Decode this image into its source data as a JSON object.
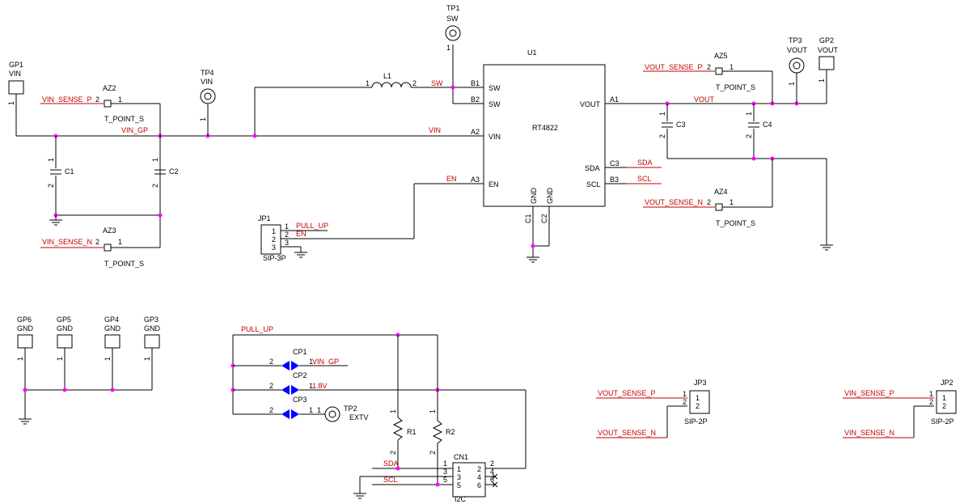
{
  "colors": {
    "wire": "#000000",
    "net_label": "#c00000",
    "junction": "#ff00ff",
    "capacitor_plate": "#0000ff"
  },
  "u1": {
    "ref": "U1",
    "part": "RT4822",
    "pins_left": [
      {
        "num": "B1",
        "name": "SW"
      },
      {
        "num": "B2",
        "name": "SW"
      },
      {
        "num": "A2",
        "name": "VIN"
      },
      {
        "num": "A3",
        "name": "EN"
      }
    ],
    "pins_right": [
      {
        "num": "A1",
        "name": "VOUT"
      },
      {
        "num": "C3",
        "name": "SDA"
      },
      {
        "num": "B3",
        "name": "SCL"
      }
    ],
    "pins_bottom": [
      {
        "num": "C1",
        "name": "GND"
      },
      {
        "num": "C2",
        "name": "GND"
      }
    ]
  },
  "inductor": {
    "ref": "L1",
    "pin1": "1",
    "pin2": "2"
  },
  "test_points": {
    "tp1": {
      "ref": "TP1",
      "net": "SW",
      "pin": "1"
    },
    "tp2": {
      "ref": "TP2",
      "net": "EXTV",
      "pin": "1"
    },
    "tp3": {
      "ref": "TP3",
      "net": "VOUT",
      "pin": "1"
    },
    "tp4": {
      "ref": "TP4",
      "net": "VIN",
      "pin": "1"
    }
  },
  "gpads": {
    "gp1": {
      "ref": "GP1",
      "net": "VIN",
      "pin": "1"
    },
    "gp2": {
      "ref": "GP2",
      "net": "VOUT",
      "pin": "1"
    },
    "gp3": {
      "ref": "GP3",
      "net": "GND",
      "pin": "1"
    },
    "gp4": {
      "ref": "GP4",
      "net": "GND",
      "pin": "1"
    },
    "gp5": {
      "ref": "GP5",
      "net": "GND",
      "pin": "1"
    },
    "gp6": {
      "ref": "GP6",
      "net": "GND",
      "pin": "1"
    }
  },
  "azs": {
    "az2": {
      "ref": "AZ2",
      "type": "T_POINT_S",
      "pin2": "2",
      "pin1": "1",
      "net": "VIN_SENSE_P"
    },
    "az3": {
      "ref": "AZ3",
      "type": "T_POINT_S",
      "pin2": "2",
      "pin1": "1",
      "net": "VIN_SENSE_N"
    },
    "az4": {
      "ref": "AZ4",
      "type": "T_POINT_S",
      "pin2": "2",
      "pin1": "1",
      "net": "VOUT_SENSE_N"
    },
    "az5": {
      "ref": "AZ5",
      "type": "T_POINT_S",
      "pin2": "2",
      "pin1": "1",
      "net": "VOUT_SENSE_P"
    }
  },
  "caps": {
    "c1": {
      "ref": "C1",
      "p1": "1",
      "p2": "2"
    },
    "c2": {
      "ref": "C2",
      "p1": "1",
      "p2": "2"
    },
    "c3": {
      "ref": "C3",
      "p1": "1",
      "p2": "2"
    },
    "c4": {
      "ref": "C4",
      "p1": "1",
      "p2": "2"
    }
  },
  "nets": {
    "vin_gp": "VIN_GP",
    "vin": "VIN",
    "sw": "SW",
    "en": "EN",
    "vout": "VOUT",
    "sda": "SDA",
    "scl": "SCL",
    "pull_up": "PULL_UP",
    "v18": "1.8V"
  },
  "jp1": {
    "ref": "JP1",
    "type": "SIP-3P",
    "pins": [
      "1",
      "2",
      "3"
    ]
  },
  "jp2": {
    "ref": "JP2",
    "type": "SIP-2P",
    "pins": [
      "1",
      "2"
    ],
    "net_p": "VIN_SENSE_P",
    "net_n": "VIN_SENSE_N"
  },
  "jp3": {
    "ref": "JP3",
    "type": "SIP-2P",
    "pins": [
      "1",
      "2"
    ],
    "net_p": "VOUT_SENSE_P",
    "net_n": "VOUT_SENSE_N"
  },
  "cps": {
    "cp1": {
      "ref": "CP1",
      "p2": "2",
      "p1": "1"
    },
    "cp2": {
      "ref": "CP2",
      "p2": "2",
      "p1": "1"
    },
    "cp3": {
      "ref": "CP3",
      "p2": "2",
      "p1": "1"
    }
  },
  "resistors": {
    "r1": {
      "ref": "R1",
      "p1": "1",
      "p2": "2"
    },
    "r2": {
      "ref": "R2",
      "p1": "1",
      "p2": "2"
    }
  },
  "cn1": {
    "ref": "CN1",
    "type": "I2C",
    "pins": [
      "1",
      "2",
      "3",
      "4",
      "5",
      "6"
    ]
  }
}
